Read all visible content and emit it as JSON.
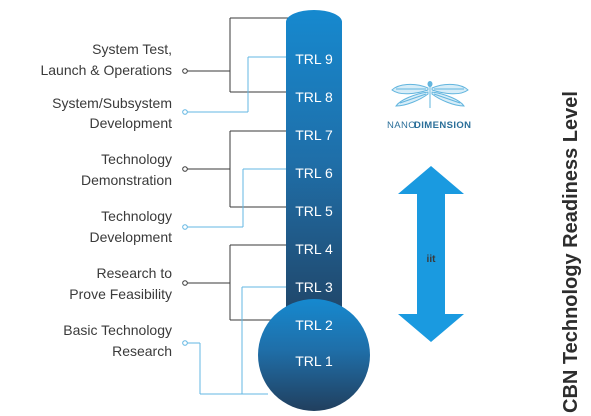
{
  "diagram": {
    "side_title": "CBN Technology Readiness Level",
    "arrow_label": "iit",
    "brand": {
      "name_part1": "NANO",
      "name_part2": "DIMENSION"
    },
    "trl_levels": [
      "TRL 9",
      "TRL 8",
      "TRL 7",
      "TRL 6",
      "TRL 5",
      "TRL 4",
      "TRL 3",
      "TRL 2",
      "TRL 1"
    ],
    "phases": [
      {
        "line1": "System Test,",
        "line2": "Launch & Operations"
      },
      {
        "line1": "System/Subsystem",
        "line2": "Development"
      },
      {
        "line1": "Technology",
        "line2": "Demonstration"
      },
      {
        "line1": "Technology",
        "line2": "Development"
      },
      {
        "line1": "Research to",
        "line2": "Prove Feasibility"
      },
      {
        "line1": "Basic Technology",
        "line2": "Research"
      }
    ],
    "colors": {
      "thermo_top": "#1689cf",
      "thermo_mid": "#1f6fa9",
      "thermo_bottom": "#213f5e",
      "connector_dark": "#3a3a3a",
      "connector_light": "#63b7e3",
      "arrow": "#1a9ae0",
      "logo": "#62b5de"
    },
    "icons": {
      "logo": "dragonfly-logo-icon",
      "arrow": "double-headed-arrow-icon"
    }
  }
}
